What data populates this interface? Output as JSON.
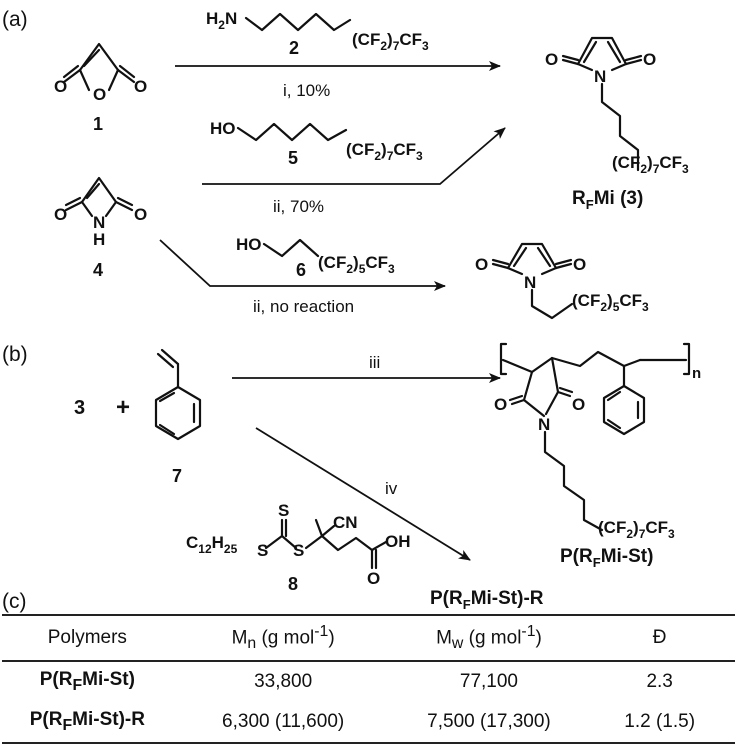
{
  "panels": {
    "a": "(a)",
    "b": "(b)",
    "c": "(c)"
  },
  "compounds": {
    "c1": "1",
    "c2": "2",
    "c4": "4",
    "c5": "5",
    "c6": "6",
    "c7": "7",
    "c8": "8",
    "c3_ref": "3",
    "plus": "+",
    "rfmi_label": "R",
    "rfmi_sub": "F",
    "rfmi_tail": "Mi (3)",
    "poly_label_pre": "P(R",
    "poly_label_sub": "F",
    "poly_label_post": "Mi-St)",
    "polyR_label_pre": "P(R",
    "polyR_label_sub": "F",
    "polyR_label_post": "Mi-St)-R",
    "repeat_n": "n"
  },
  "atoms": {
    "O": "O",
    "N": "N",
    "H": "H",
    "NH": "N",
    "H2N": "H",
    "H2N_sub": "2",
    "H2N_N": "N",
    "HO": "HO",
    "OH": "OH",
    "S": "S",
    "CN": "CN",
    "C12H25": "C",
    "C12H25_sub1": "12",
    "C12H25_H": "H",
    "C12H25_sub2": "25",
    "cf2_7": "(CF",
    "cf2_sub": "2",
    "cf2_7_n": ")",
    "cf2_7_sub": "7",
    "cf3": "CF",
    "cf3_sub": "3",
    "cf2_5_sub": "5"
  },
  "conditions": {
    "i": "i, 10%",
    "ii": "ii, 70%",
    "ii_no": "ii, no reaction",
    "iii": "iii",
    "iv": "iv"
  },
  "table": {
    "headers": [
      "Polymers",
      "M",
      "M",
      "Đ"
    ],
    "header_subs": [
      "",
      "n",
      "w",
      ""
    ],
    "header_units": [
      "",
      " (g mol",
      " (g mol",
      ""
    ],
    "header_sup": [
      "",
      "-1",
      "-1",
      ""
    ],
    "header_close": [
      "",
      ")",
      ")",
      ""
    ],
    "rows": [
      {
        "name_pre": "P(R",
        "name_sub": "F",
        "name_post": "Mi-St)",
        "mn": "33,800",
        "mw": "77,100",
        "d": "2.3"
      },
      {
        "name_pre": "P(R",
        "name_sub": "F",
        "name_post": "Mi-St)-R",
        "mn": "6,300 (11,600)",
        "mw": "7,500 (17,300)",
        "d": "1.2 (1.5)"
      }
    ]
  }
}
